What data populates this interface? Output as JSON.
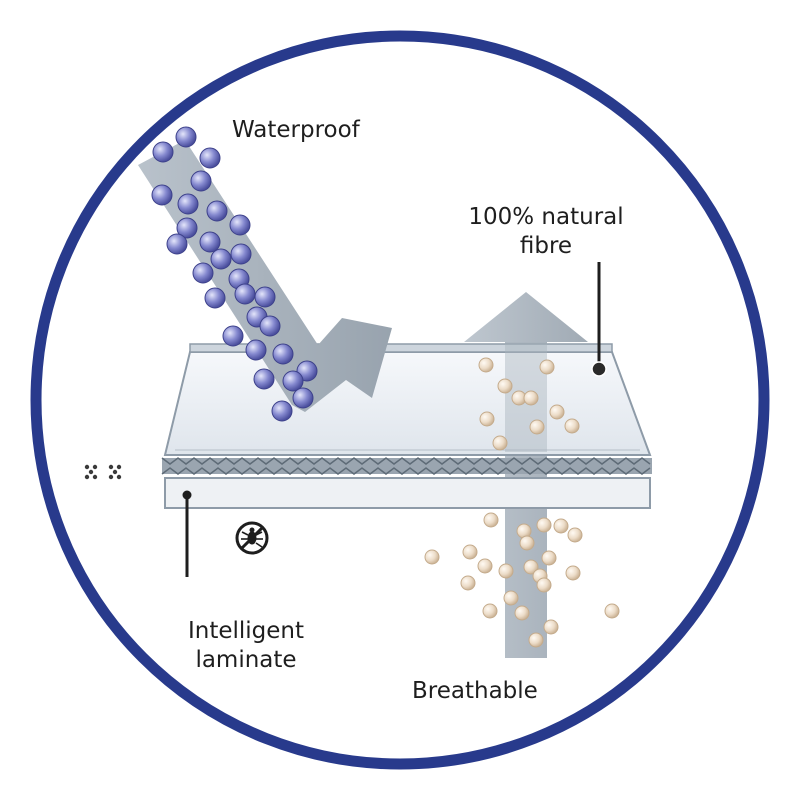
{
  "labels": {
    "waterproof": "Waterproof",
    "natural_fibre_line1": "100% natural",
    "natural_fibre_line2": "fibre",
    "laminate_line1": "Intelligent",
    "laminate_line2": "laminate",
    "breathable": "Breathable"
  },
  "colors": {
    "ring": "#283a8c",
    "arrow": "#a7b1bb",
    "fabric_top": "#eef2f6",
    "fabric_edge": "#8e9ba8",
    "laminate": "#9aa5b0",
    "water_drop": "#6f73bd",
    "vapour_drop": "#e6d4c0",
    "text": "#1e1e1e"
  },
  "icons": [
    "no-bug-icon",
    "dots-icon"
  ]
}
